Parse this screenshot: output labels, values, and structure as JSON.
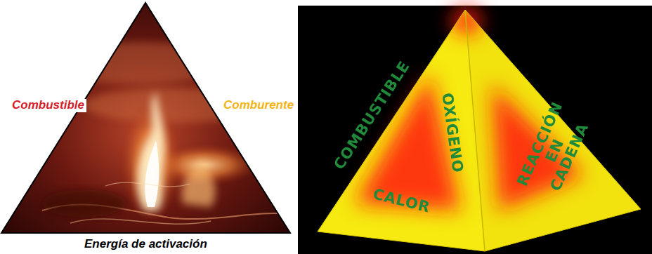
{
  "diagram": {
    "labels": [
      "Combustible",
      "Comburente",
      "Energía de activación",
      "COMBUSTIBLE",
      "CALOR",
      "OXÍGENO",
      "REACCIÓN EN CADENA"
    ]
  }
}
